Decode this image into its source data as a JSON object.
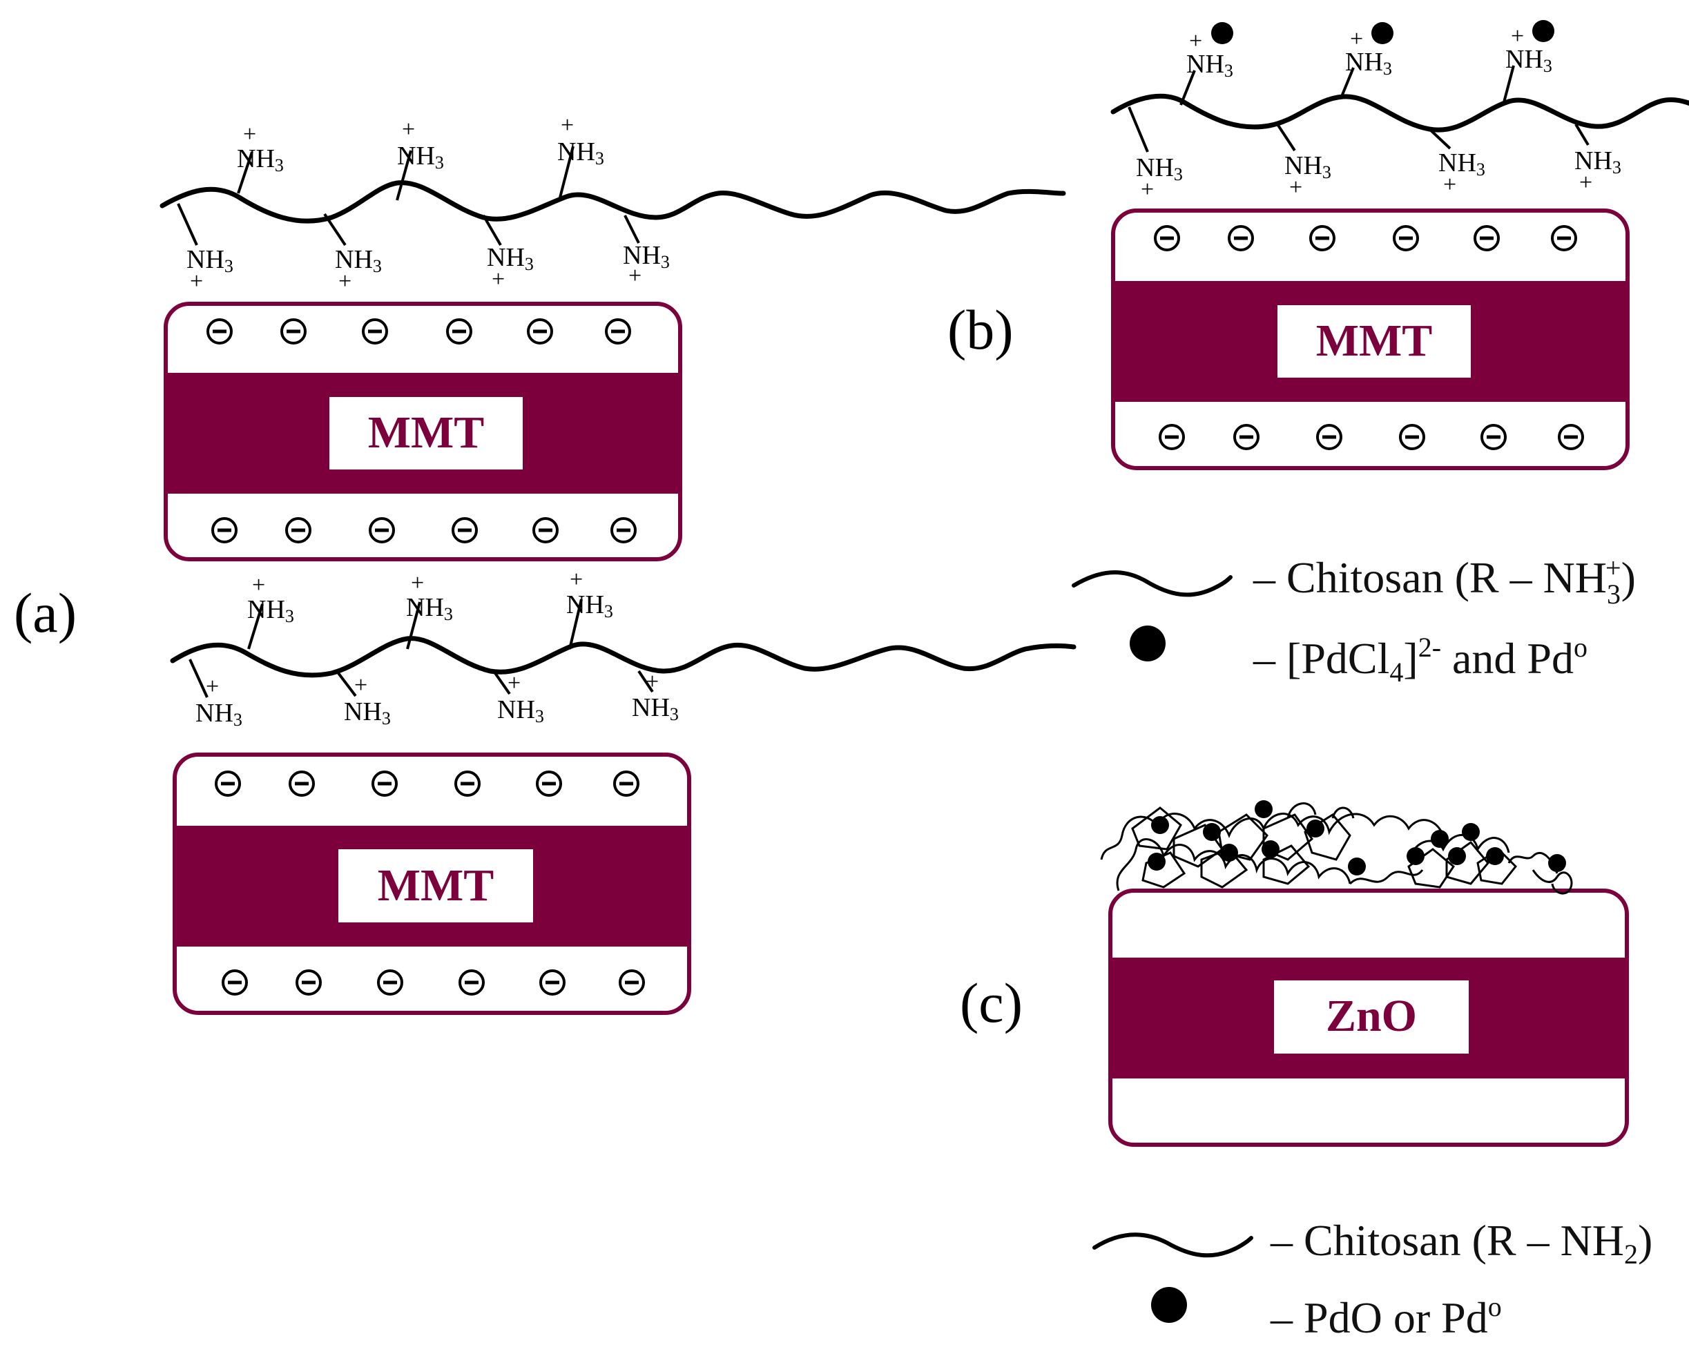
{
  "colors": {
    "plate": "#7b003c",
    "chain": "#000000",
    "text": "#111111"
  },
  "labels": {
    "a": "(a)",
    "b": "(b)",
    "c": "(c)"
  },
  "amine": {
    "group": "NH",
    "subscript": "3",
    "charge": "+"
  },
  "neg_charge_symbol": "⊖",
  "plates": {
    "a_top": "MMT",
    "a_bottom": "MMT",
    "b": "MMT",
    "c": "ZnO"
  },
  "legend_b": {
    "chitosan": {
      "prefix": "– Chitosan (R – NH",
      "sub": "3",
      "sup": "+",
      "suffix": ")"
    },
    "dot": {
      "prefix": "– [PdCl",
      "sub": "4",
      "mid": "]",
      "sup": "2-",
      "suffix": " and Pd",
      "sup2": "o"
    }
  },
  "legend_c": {
    "chitosan": {
      "prefix": "– Chitosan (R – NH",
      "sub": "2",
      "suffix": ")"
    },
    "dot": {
      "prefix": "– PdO or Pd",
      "sup": "o"
    }
  }
}
